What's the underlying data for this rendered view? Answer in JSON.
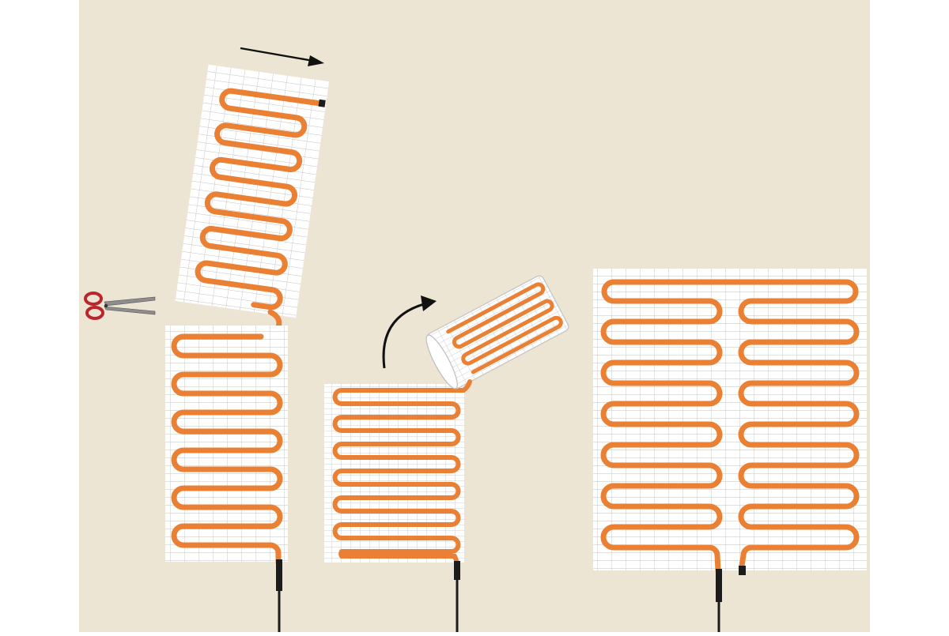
{
  "title": "",
  "colors": {
    "background": "#ece5d4",
    "margin": "#ffffff",
    "mesh_fill": "#ffffff",
    "mesh_grid": "#c3c3c3",
    "cable": "#ea8033",
    "lead": "#1c1c1c",
    "arrow": "#111111",
    "scissors_handle": "#b9262b",
    "scissors_blade": "#8d8d8d"
  },
  "icons": {
    "scissors": "scissors-icon",
    "straight_arrow": "arrow-right-icon",
    "curved_arrow": "curved-arrow-icon"
  },
  "steps": [
    {
      "id": "cut-and-turn",
      "description_shown": false
    },
    {
      "id": "fold-and-roll",
      "description_shown": false
    },
    {
      "id": "two-mats-side-by-side",
      "description_shown": false
    }
  ]
}
